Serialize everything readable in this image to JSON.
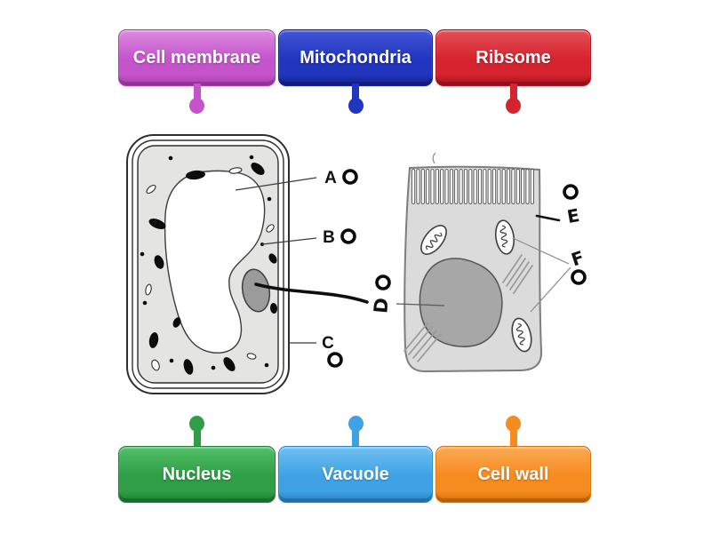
{
  "page": {
    "background": "#ffffff"
  },
  "labels": {
    "top": [
      {
        "text": "Cell membrane",
        "colors": {
          "base": "#c554cb",
          "light": "#dd8ae1",
          "dark": "#a83aae",
          "border": "#aa3eb1"
        }
      },
      {
        "text": "Mitochondria",
        "colors": {
          "base": "#2135bf",
          "light": "#4156d8",
          "dark": "#13208f",
          "border": "#16239a"
        }
      },
      {
        "text": "Ribsome",
        "colors": {
          "base": "#d5242f",
          "light": "#e55057",
          "dark": "#a90f1b",
          "border": "#b31420"
        }
      }
    ],
    "bottom": [
      {
        "text": "Nucleus",
        "colors": {
          "base": "#2f9e47",
          "light": "#52c068",
          "dark": "#1d7d33",
          "border": "#1f8236"
        }
      },
      {
        "text": "Vacuole",
        "colors": {
          "base": "#3fa2e4",
          "light": "#70c0f2",
          "dark": "#2a7fc0",
          "border": "#2d88c9"
        }
      },
      {
        "text": "Cell wall",
        "colors": {
          "base": "#f68b1f",
          "light": "#f9ab55",
          "dark": "#d06f0b",
          "border": "#da760f"
        }
      }
    ]
  },
  "diagram": {
    "point_labels": [
      {
        "letter": "A"
      },
      {
        "letter": "B"
      },
      {
        "letter": "C"
      },
      {
        "letter": "D"
      },
      {
        "letter": "E"
      },
      {
        "letter": "F"
      }
    ]
  }
}
